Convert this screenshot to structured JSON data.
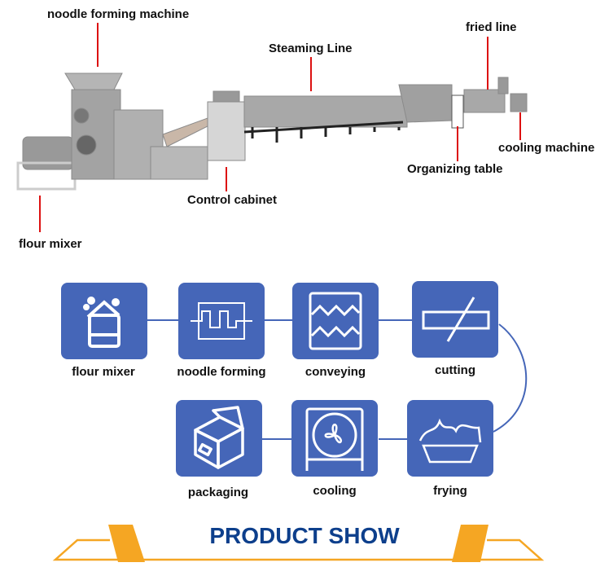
{
  "machine_labels": {
    "noodle_forming_machine": "noodle forming machine",
    "steaming_line": "Steaming Line",
    "fried_line": "fried line",
    "cooling_machine": "cooling machine",
    "organizing_table": "Organizing table",
    "control_cabinet": "Control cabinet",
    "flour_mixer": "flour mixer"
  },
  "process_steps": [
    {
      "label": "flour mixer",
      "icon": "flour-mixer-icon"
    },
    {
      "label": "noodle forming",
      "icon": "noodle-forming-icon"
    },
    {
      "label": "conveying",
      "icon": "conveying-icon"
    },
    {
      "label": "cutting",
      "icon": "cutting-icon"
    },
    {
      "label": "frying",
      "icon": "frying-icon"
    },
    {
      "label": "cooling",
      "icon": "cooling-fan-icon"
    },
    {
      "label": "packaging",
      "icon": "packaging-box-icon"
    }
  ],
  "banner": {
    "title": "PRODUCT SHOW"
  },
  "colors": {
    "step_box": "#4566b8",
    "callout_line": "#dd1111",
    "banner_title": "#0d3f8c",
    "banner_accent": "#f5a623"
  }
}
